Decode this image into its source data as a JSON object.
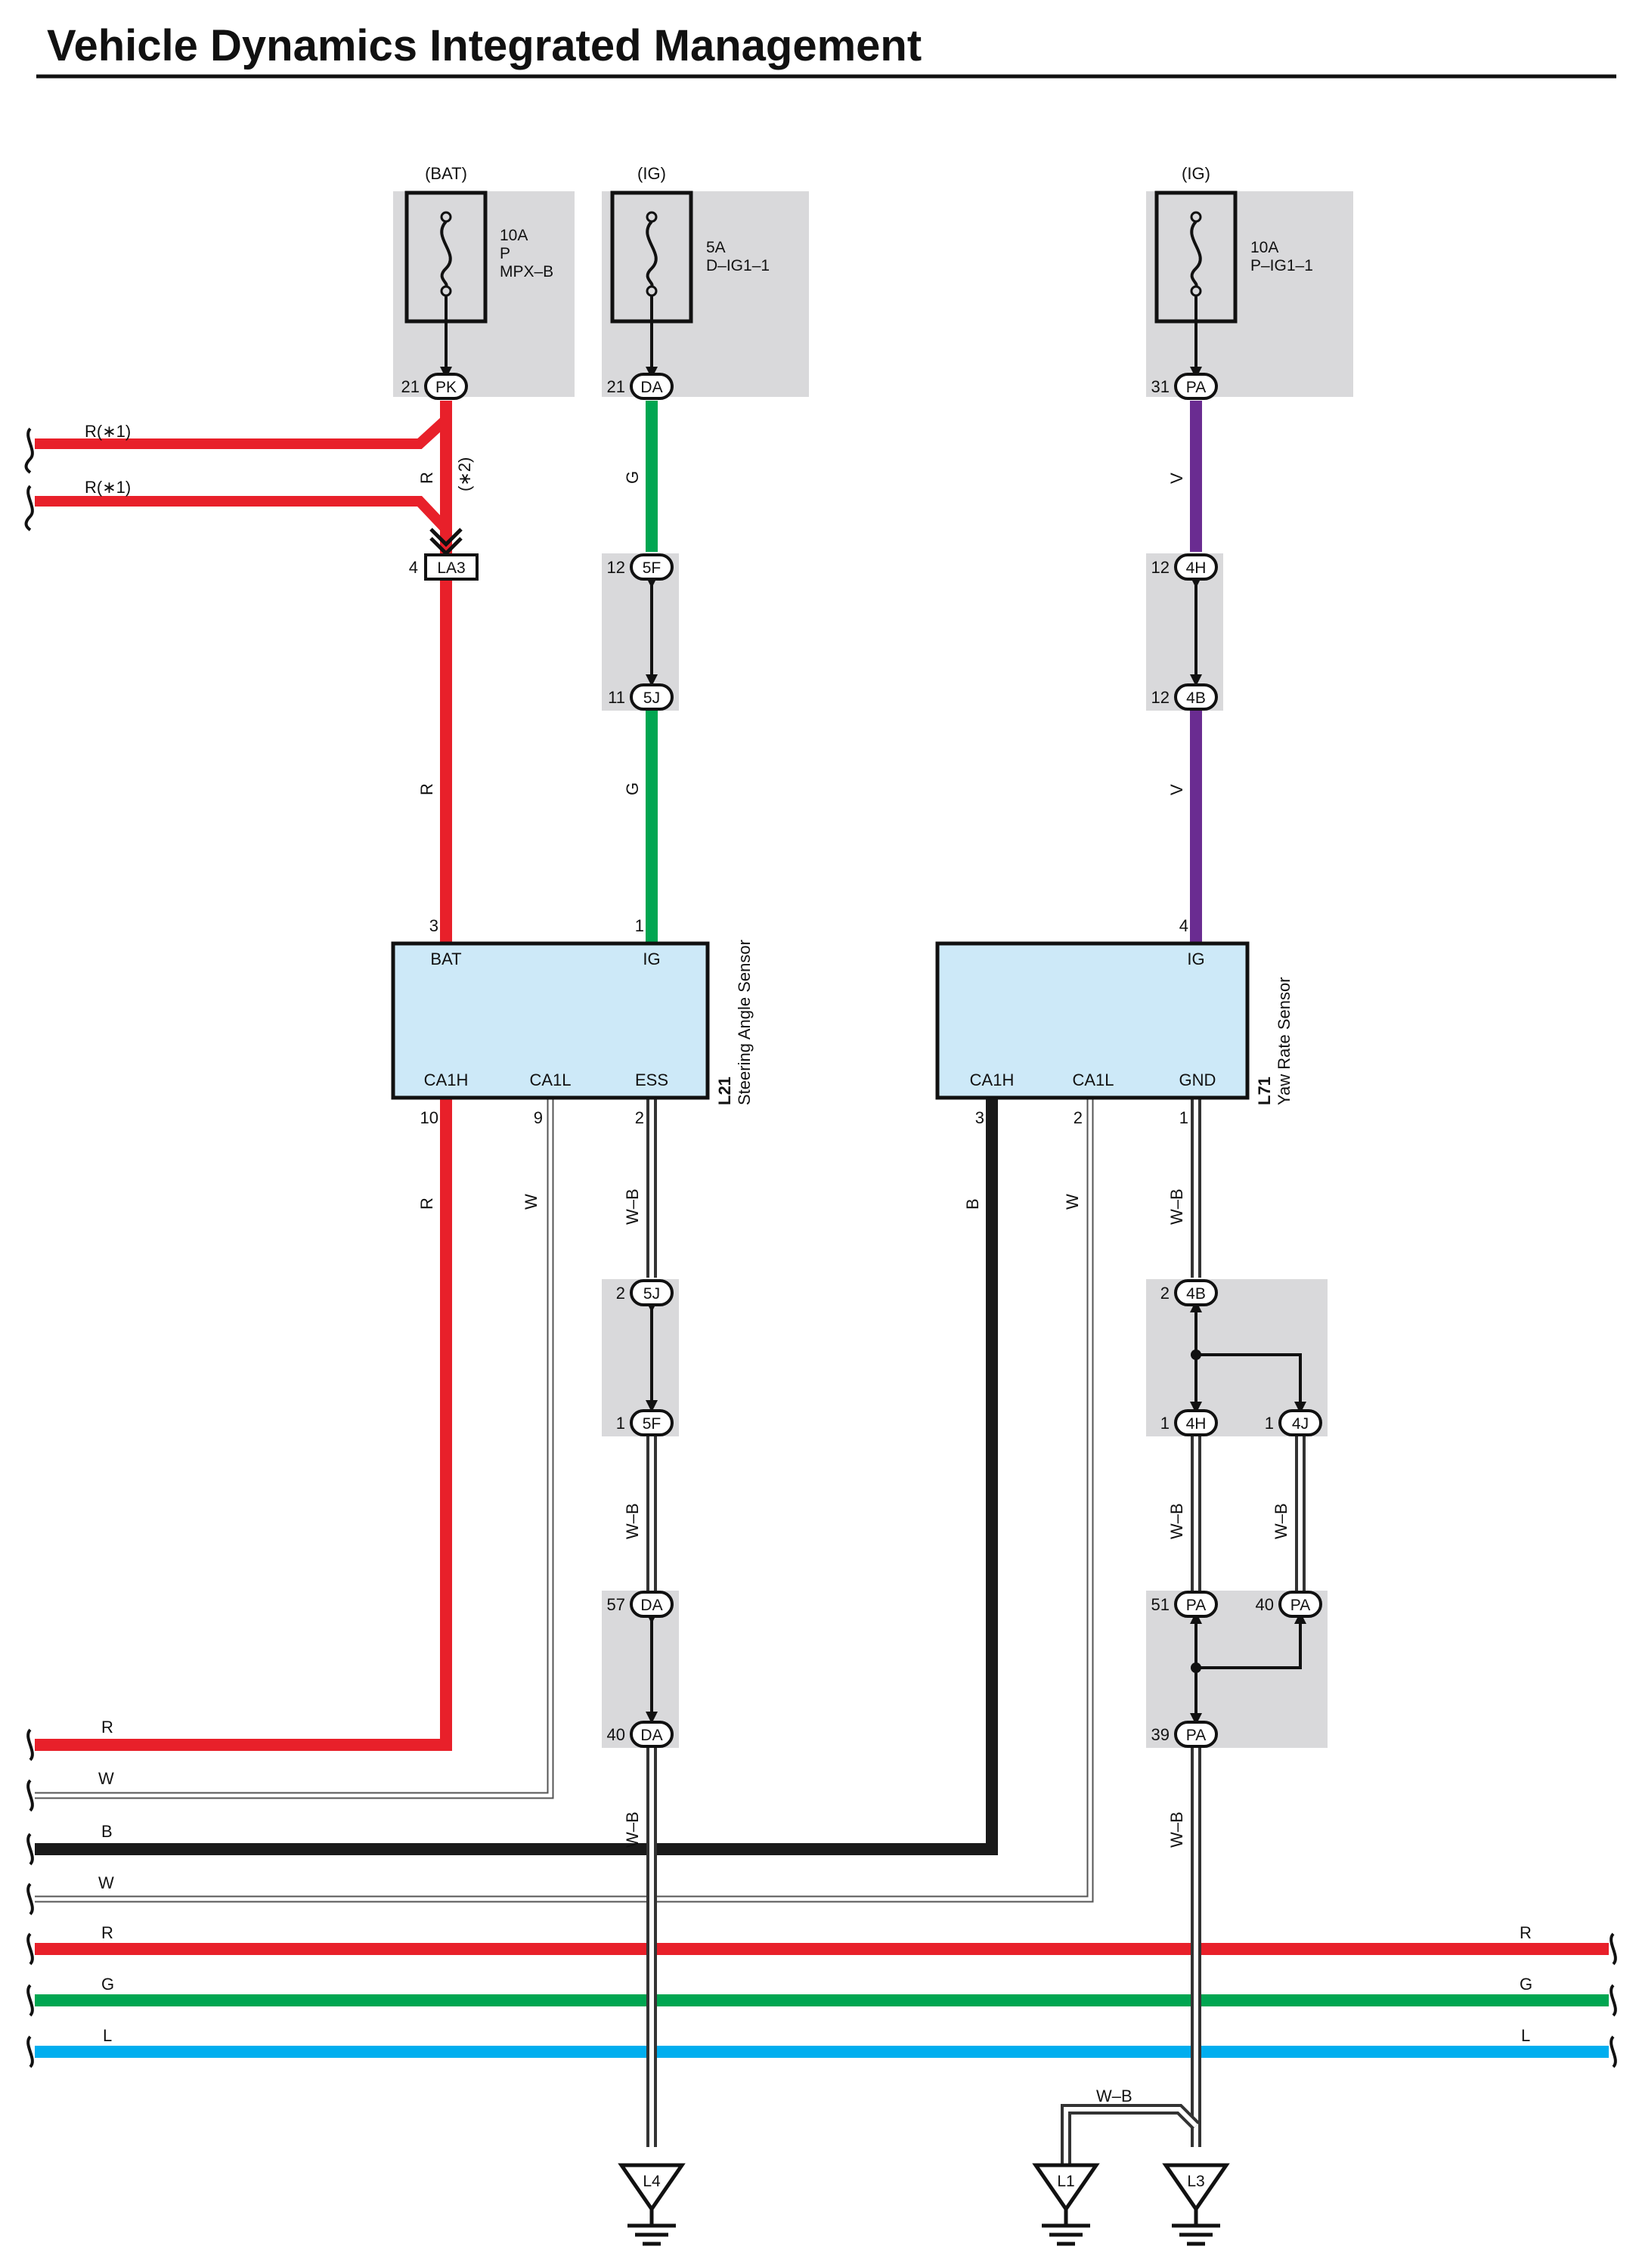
{
  "title": "Vehicle Dynamics Integrated Management",
  "power_sources": {
    "bat": "(BAT)",
    "ig1": "(IG)",
    "ig2": "(IG)"
  },
  "fuses": {
    "f1": {
      "amp": "10A",
      "line2": "P",
      "line3": "MPX–B"
    },
    "f2": {
      "amp": "5A",
      "line2": "D–IG1–1"
    },
    "f3": {
      "amp": "10A",
      "line2": "P–IG1–1"
    }
  },
  "connectors": {
    "pk": "PK",
    "da": "DA",
    "pa": "PA",
    "la3": "LA3",
    "c5f": "5F",
    "c5j": "5J",
    "c4h": "4H",
    "c4b": "4B",
    "c4j": "4J",
    "l4": "L4",
    "l1": "L1",
    "l3": "L3"
  },
  "pins": {
    "p21a": "21",
    "p21b": "21",
    "p31": "31",
    "p4": "4",
    "p12a": "12",
    "p11": "11",
    "p12b": "12",
    "p12c": "12",
    "p3": "3",
    "p1": "1",
    "p4b": "4",
    "p10": "10",
    "p9": "9",
    "p2": "2",
    "p3b": "3",
    "p2b": "2",
    "p1b": "1",
    "p2c": "2",
    "p1c": "1",
    "p2d": "2",
    "p1d": "1",
    "p1e": "1",
    "p57": "57",
    "p40": "40",
    "p51": "51",
    "p40b": "40",
    "p39": "39"
  },
  "wire_labels": {
    "r_star1": "R(∗1)",
    "r_star1b": "R(∗1)",
    "r": "R",
    "star2": "(∗2)",
    "g": "G",
    "v": "V",
    "w": "W",
    "b": "B",
    "wb": "W–B",
    "l": "L"
  },
  "components": {
    "l21": {
      "id": "L21",
      "name": "Steering Angle Sensor",
      "bat": "BAT",
      "ig": "IG",
      "ca1h": "CA1H",
      "ca1l": "CA1L",
      "ess": "ESS"
    },
    "l71": {
      "id": "L71",
      "name": "Yaw Rate Sensor",
      "ig": "IG",
      "ca1h": "CA1H",
      "ca1l": "CA1L",
      "gnd": "GND"
    }
  },
  "colors": {
    "red": "#e8202a",
    "green": "#00a651",
    "violet": "#6a2c91",
    "blue": "#00aeef",
    "black": "#1a1a1a",
    "box": "#cde9f8",
    "shade": "#d9d9db"
  }
}
